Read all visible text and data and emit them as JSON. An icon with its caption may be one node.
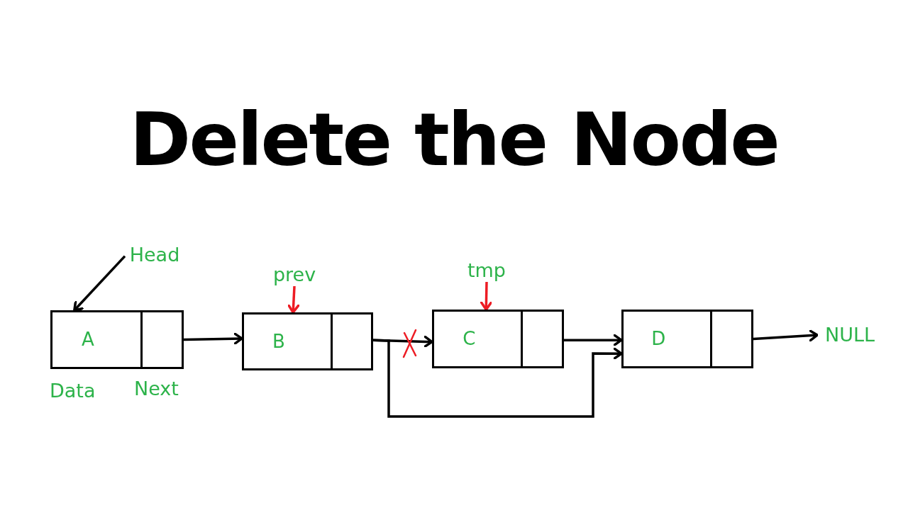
{
  "diagram": {
    "title": "Delete the Node",
    "nodes": [
      {
        "text": [
          "Head"
        ]
      },
      {
        "text": [
          "prev"
        ]
      },
      {
        "text": [
          "tmp"
        ]
      },
      {
        "text": [
          "A"
        ]
      },
      {
        "text": [
          "B"
        ]
      },
      {
        "text": [
          "C"
        ]
      },
      {
        "text": [
          "D"
        ]
      },
      {
        "text": [
          "NULL"
        ]
      }
    ],
    "edges": [
      {
        "from": 0,
        "to": 3,
        "arrow": "to"
      },
      {
        "from": 3,
        "to": 4,
        "arrow": "to"
      },
      {
        "from": 1,
        "to": 4,
        "arrow": "to",
        "color": "#ed1c24"
      },
      {
        "from": 4,
        "to": 5,
        "arrow": "to"
      },
      {
        "from": 2,
        "to": 5,
        "arrow": "to",
        "color": "#ed1c24"
      },
      {
        "from": 5,
        "to": 6,
        "arrow": "to"
      },
      {
        "from": 4,
        "to": 6,
        "arrow": "to"
      },
      {
        "from": 6,
        "to": 7,
        "arrow": "to"
      }
    ],
    "labels": [
      "Data",
      "Next"
    ]
  }
}
